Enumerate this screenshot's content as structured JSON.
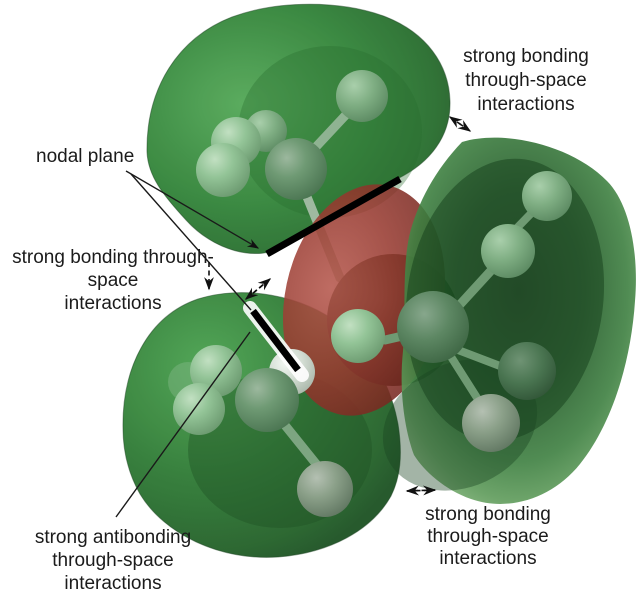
{
  "figure": {
    "type": "molecular-orbital-isosurface-diagram",
    "background": "#ffffff"
  },
  "labels": {
    "nodal_plane": {
      "text": "nodal plane"
    },
    "bonding_left": {
      "line1": "strong bonding through-",
      "line2": "space",
      "line3": "interactions"
    },
    "bonding_top_right": {
      "line1": "strong bonding",
      "line2": "through-space",
      "line3": "interactions"
    },
    "antibonding_bottom_left": {
      "line1": "strong antibonding",
      "line2": "through-space",
      "line3": "interactions"
    },
    "bonding_bottom_right": {
      "line1": "strong bonding",
      "line2": "through-space",
      "line3": "interactions"
    }
  },
  "colors": {
    "positive_lobe_green": "#2f7d35",
    "negative_lobe_red": "#97392f",
    "annotation_black": "#1a1a1a",
    "nodal_plane_marker": "#000000"
  }
}
